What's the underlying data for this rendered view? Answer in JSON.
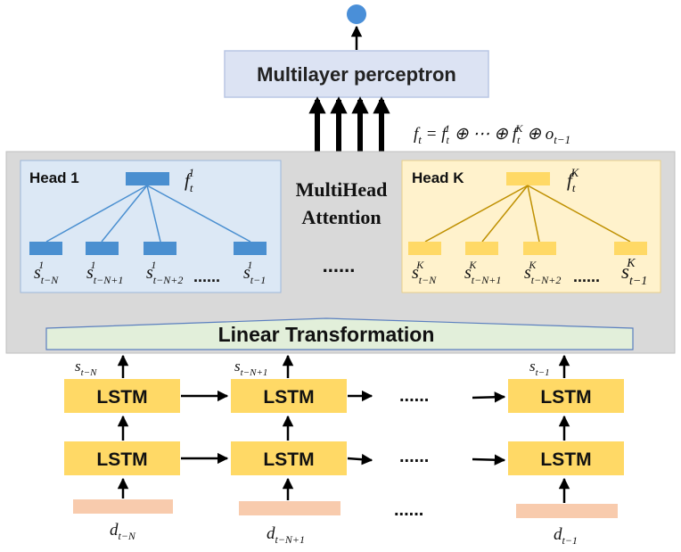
{
  "output_node": {
    "color": "#4A8FD8"
  },
  "mlp": {
    "label": "Multilayer perceptron",
    "fill": "#DCE3F3",
    "border": "#B9C6E4"
  },
  "formula": {
    "lhs": "f",
    "lhs_sub": "t",
    "rhs": "= f¹ₜ ⊕ ⋯ ⊕ fᴷₜ ⊕ oₜ₋₁"
  },
  "attention_panel": {
    "fill": "#D9D9D9",
    "title_line1": "MultiHead",
    "title_line2": "Attention",
    "middle_dots": "......"
  },
  "head1": {
    "title": "Head 1",
    "fill": "#DCE8F5",
    "node_color": "#4A8FD0",
    "line_color": "#4A8FD0",
    "top_label": "f",
    "top_sub": "t",
    "top_sup": "1",
    "nodes": [
      {
        "base": "s",
        "sup": "1",
        "sub": "t−N"
      },
      {
        "base": "s",
        "sup": "1",
        "sub": "t−N+1"
      },
      {
        "base": "s",
        "sup": "1",
        "sub": "t−N+2"
      },
      {
        "base": "s",
        "sup": "1",
        "sub": "t−1"
      }
    ],
    "dots": "......"
  },
  "headK": {
    "title": "Head K",
    "fill": "#FFF2CC",
    "node_color": "#FFD966",
    "line_color": "#BF9000",
    "top_label": "f",
    "top_sub": "t",
    "top_sup": "K",
    "nodes": [
      {
        "base": "s",
        "sup": "K",
        "sub": "t−N"
      },
      {
        "base": "s",
        "sup": "K",
        "sub": "t−N+1"
      },
      {
        "base": "s",
        "sup": "K",
        "sub": "t−N+2"
      },
      {
        "base": "s",
        "sup": "K",
        "sub": "t−1"
      }
    ],
    "dots": "......"
  },
  "linear": {
    "label": "Linear Transformation",
    "fill": "#E2EFDA",
    "border": "#5B7FBF"
  },
  "lstm": {
    "label": "LSTM",
    "fill": "#FFD966",
    "columns": [
      {
        "s_base": "s",
        "s_sub": "t−N",
        "d_base": "d",
        "d_sub": "t−N"
      },
      {
        "s_base": "s",
        "s_sub": "t−N+1",
        "d_base": "d",
        "d_sub": "t−N+1"
      },
      {
        "s_base": "s",
        "s_sub": "t−1",
        "d_base": "d",
        "d_sub": "t−1"
      }
    ],
    "dots": "......"
  },
  "input_bar": {
    "fill": "#F8CBAD"
  }
}
